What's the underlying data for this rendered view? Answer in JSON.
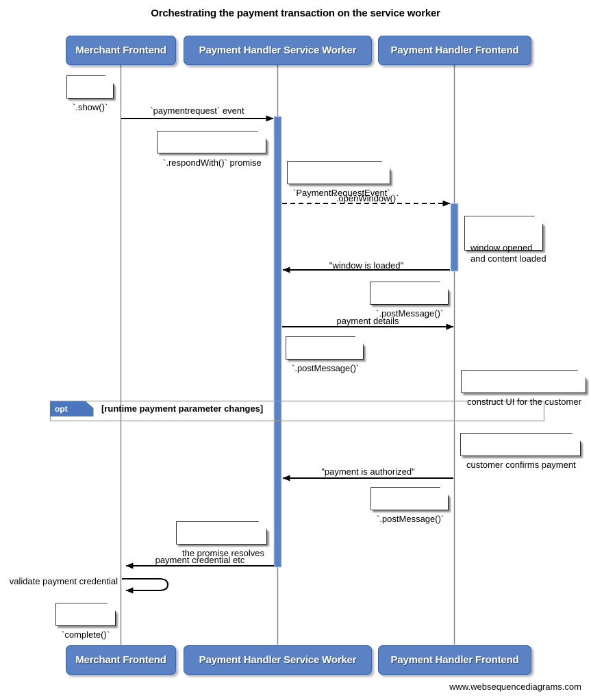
{
  "diagram": {
    "title": "Orchestrating the payment transaction on the service worker",
    "type": "sequence-diagram",
    "footer": "www.websequencediagrams.com",
    "colors": {
      "participant_fill": "#5B82C4",
      "participant_stroke": "#3A62A8",
      "activation_fill": "#5B82C4",
      "lifeline_stroke": "#808080",
      "arrow_stroke": "#000000",
      "note_fill": "#FFFFFF",
      "fragment_tag_fill": "#4A77BE",
      "background": "#FFFFFF"
    },
    "participants": [
      {
        "id": "merchant",
        "label": "Merchant Frontend"
      },
      {
        "id": "sw",
        "label": "Payment Handler Service Worker"
      },
      {
        "id": "ph",
        "label": "Payment Handler Frontend"
      }
    ],
    "messages": [
      {
        "id": "m1",
        "label": "`paymentrequest` event",
        "from": "merchant",
        "to": "sw",
        "style": "solid"
      },
      {
        "id": "m2",
        "label": "`.openWindow()`",
        "from": "sw",
        "to": "ph",
        "style": "dashed"
      },
      {
        "id": "m3",
        "label": "\"window is loaded\"",
        "from": "ph",
        "to": "sw",
        "style": "solid"
      },
      {
        "id": "m4",
        "label": "payment details",
        "from": "sw",
        "to": "ph",
        "style": "solid"
      },
      {
        "id": "m5",
        "label": "\"payment is authorized\"",
        "from": "ph",
        "to": "sw",
        "style": "solid"
      },
      {
        "id": "m6",
        "label": "payment credential etc",
        "from": "sw",
        "to": "merchant",
        "style": "solid"
      },
      {
        "id": "m7",
        "label": "validate payment credential",
        "from": "merchant",
        "to": "merchant",
        "style": "self-loop"
      }
    ],
    "notes": [
      {
        "id": "n1",
        "text": "`.show()`"
      },
      {
        "id": "n2",
        "text": "`.respondWith()` promise"
      },
      {
        "id": "n3",
        "text": "`PaymentRequestEvent`"
      },
      {
        "id": "n4",
        "text": "window opened\nand content loaded"
      },
      {
        "id": "n5",
        "text": "`.postMessage()`"
      },
      {
        "id": "n6",
        "text": "`.postMessage()`"
      },
      {
        "id": "n7",
        "text": "construct UI for the customer"
      },
      {
        "id": "n8",
        "text": "customer confirms payment"
      },
      {
        "id": "n9",
        "text": "`.postMessage()`"
      },
      {
        "id": "n10",
        "text": "the promise resolves"
      },
      {
        "id": "n11",
        "text": "`complete()`"
      }
    ],
    "fragments": [
      {
        "id": "opt1",
        "tag": "opt",
        "condition": "[runtime payment parameter changes]"
      }
    ]
  }
}
